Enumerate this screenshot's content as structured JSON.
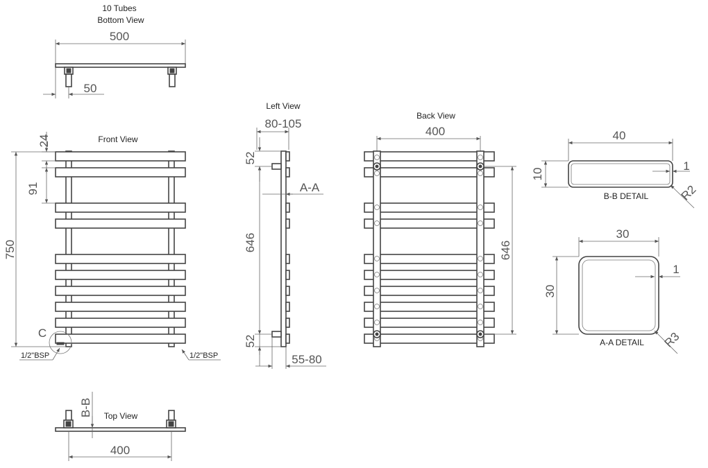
{
  "views": {
    "bottom": {
      "title_line1": "10 Tubes",
      "title_line2": "Bottom View",
      "width_dim": "500",
      "offset_dim": "50"
    },
    "front": {
      "title": "Front View",
      "top_dim": "24",
      "gap_dim": "91",
      "height_dim": "750",
      "detail_marker": "C",
      "left_conn": "1/2\"BSP",
      "right_conn": "1/2\"BSP"
    },
    "left": {
      "title": "Left View",
      "depth_dim": "80-105",
      "top_dim": "52",
      "section_label": "A-A",
      "centre_dim": "646",
      "bottom_dim": "52",
      "base_dim": "55-80"
    },
    "back": {
      "title": "Back View",
      "width_dim": "400",
      "height_dim": "646"
    },
    "top": {
      "title": "Top View",
      "section_label": "B-B",
      "width_dim": "400"
    }
  },
  "details": {
    "bb": {
      "title": "B-B DETAIL",
      "width_dim": "40",
      "height_dim": "10",
      "wall_dim": "1",
      "radius_dim": "R2"
    },
    "aa": {
      "title": "A-A DETAIL",
      "width_dim": "30",
      "height_dim": "30",
      "wall_dim": "1",
      "radius_dim": "R3"
    }
  }
}
